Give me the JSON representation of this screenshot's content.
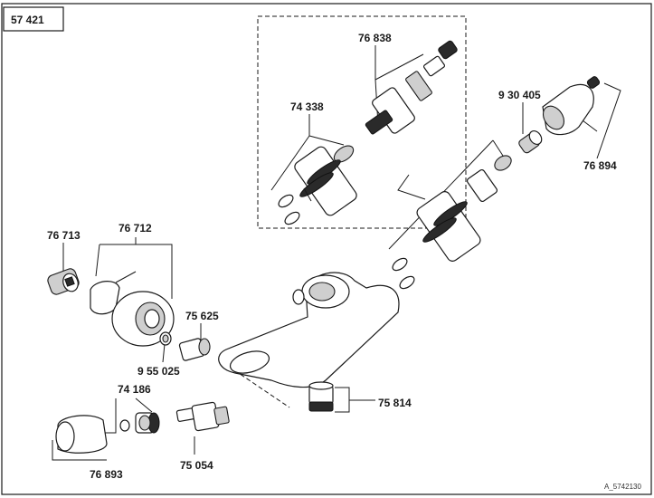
{
  "header": {
    "drawing_number": "57 421"
  },
  "footer": {
    "reference": "A_5742130"
  },
  "parts": [
    {
      "id": "76838",
      "label": "76 838"
    },
    {
      "id": "74338",
      "label": "74 338"
    },
    {
      "id": "930405",
      "label": "9 30 405"
    },
    {
      "id": "76894",
      "label": "76 894"
    },
    {
      "id": "76713",
      "label": "76 713"
    },
    {
      "id": "76712",
      "label": "76 712"
    },
    {
      "id": "75625",
      "label": "75 625"
    },
    {
      "id": "955025",
      "label": "9 55 025"
    },
    {
      "id": "74186",
      "label": "74 186"
    },
    {
      "id": "75814",
      "label": "75 814"
    },
    {
      "id": "76893",
      "label": "76 893"
    },
    {
      "id": "75054",
      "label": "75 054"
    }
  ]
}
